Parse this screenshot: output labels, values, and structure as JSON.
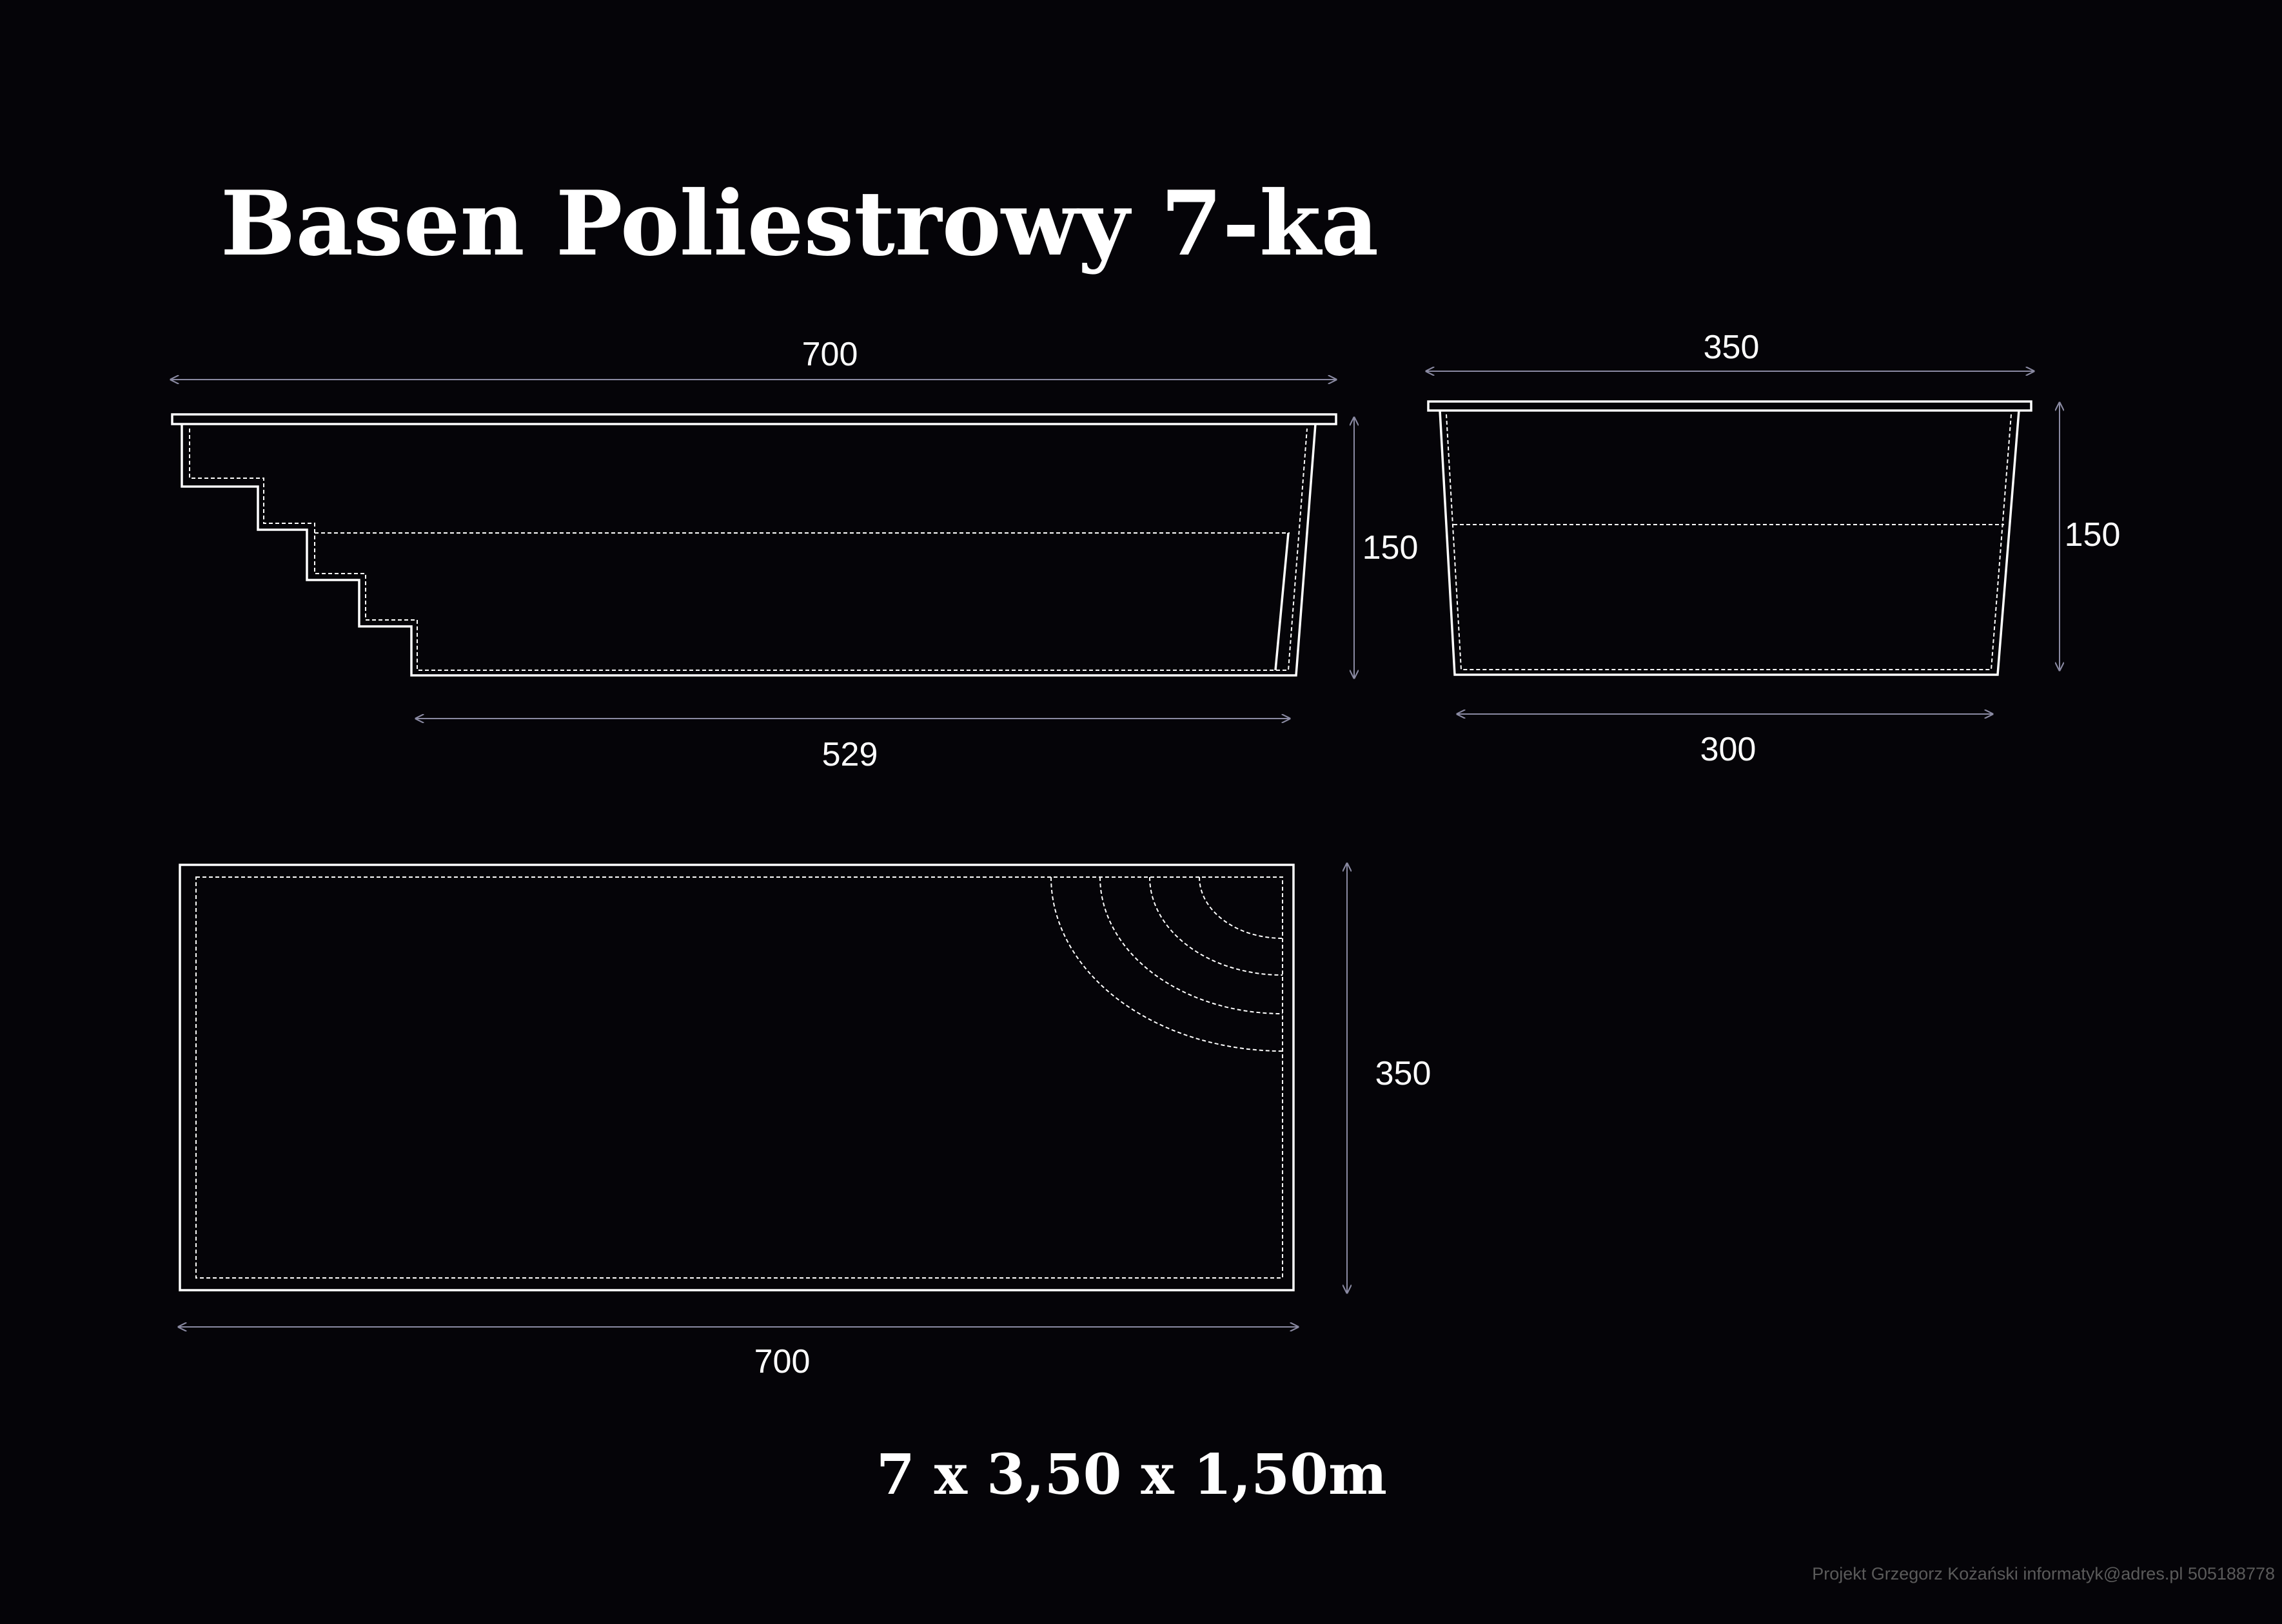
{
  "title": "Basen Poliestrowy 7-ka",
  "side_view": {
    "top_length": "700",
    "bottom_length": "529",
    "depth": "150"
  },
  "end_view": {
    "top_width": "350",
    "bottom_width": "300",
    "depth": "150"
  },
  "plan_view": {
    "length": "700",
    "width": "350"
  },
  "summary": "7 x 3,50 x 1,50m",
  "credit": "Projekt Grzegorz Kożański informatyk@adres.pl 505188778",
  "colors": {
    "background": "#050408",
    "lines": "#ffffff",
    "dimension_lines": "#8a8aa2",
    "credit": "#5a5a5a"
  }
}
